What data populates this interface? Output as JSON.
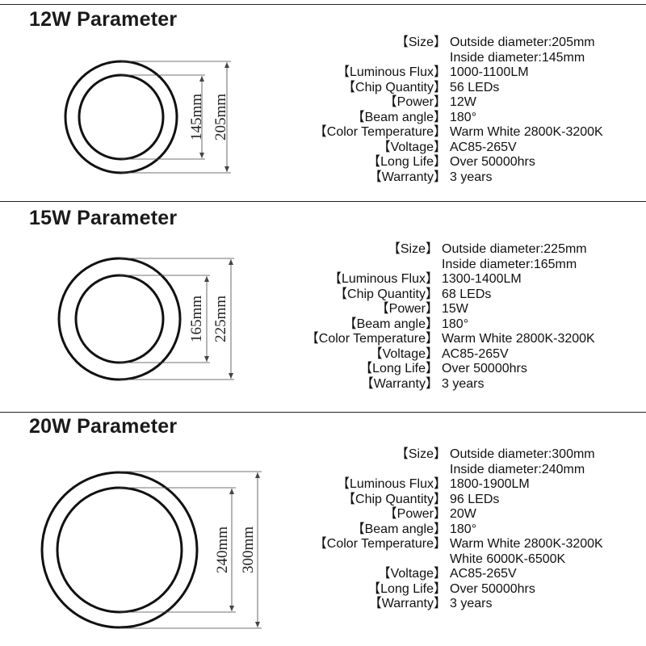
{
  "sections": [
    {
      "title": "12W Parameter",
      "outer_label": "205mm",
      "inner_label": "145mm",
      "specs": [
        {
          "label": "【Size】",
          "value": "Outside diameter:205mm"
        },
        {
          "label": "",
          "value": "Inside diameter:145mm"
        },
        {
          "label": "【Luminous Flux】",
          "value": "1000-1100LM"
        },
        {
          "label": "【Chip Quantity】",
          "value": "56 LEDs"
        },
        {
          "label": "【Power】",
          "value": "12W"
        },
        {
          "label": "【Beam angle】",
          "value": "180°"
        },
        {
          "label": "【Color Temperature】",
          "value": "Warm White 2800K-3200K"
        },
        {
          "label": "【Voltage】",
          "value": "AC85-265V"
        },
        {
          "label": "【Long Life】",
          "value": "Over 50000hrs"
        },
        {
          "label": "【Warranty】",
          "value": "3 years"
        }
      ]
    },
    {
      "title": "15W Parameter",
      "outer_label": "225mm",
      "inner_label": "165mm",
      "specs": [
        {
          "label": "【Size】",
          "value": "Outside diameter:225mm"
        },
        {
          "label": "",
          "value": "Inside diameter:165mm"
        },
        {
          "label": "【Luminous Flux】",
          "value": "1300-1400LM"
        },
        {
          "label": "【Chip Quantity】",
          "value": "68 LEDs"
        },
        {
          "label": "【Power】",
          "value": "15W"
        },
        {
          "label": "【Beam angle】",
          "value": "180°"
        },
        {
          "label": "【Color Temperature】",
          "value": "Warm White 2800K-3200K"
        },
        {
          "label": "【Voltage】",
          "value": "AC85-265V"
        },
        {
          "label": "【Long Life】",
          "value": "Over 50000hrs"
        },
        {
          "label": "【Warranty】",
          "value": "3 years"
        }
      ]
    },
    {
      "title": "20W Parameter",
      "outer_label": "300mm",
      "inner_label": "240mm",
      "specs": [
        {
          "label": "【Size】",
          "value": "Outside diameter:300mm"
        },
        {
          "label": "",
          "value": "Inside diameter:240mm"
        },
        {
          "label": "【Luminous Flux】",
          "value": "1800-1900LM"
        },
        {
          "label": "【Chip Quantity】",
          "value": "96 LEDs"
        },
        {
          "label": "【Power】",
          "value": "20W"
        },
        {
          "label": "【Beam angle】",
          "value": "180°"
        },
        {
          "label": "【Color Temperature】",
          "value": "Warm White 2800K-3200K"
        },
        {
          "label": "",
          "value": "White 6000K-6500K"
        },
        {
          "label": "【Voltage】",
          "value": "AC85-265V"
        },
        {
          "label": "【Long Life】",
          "value": "Over 50000hrs"
        },
        {
          "label": "【Warranty】",
          "value": "3 years"
        }
      ]
    }
  ]
}
